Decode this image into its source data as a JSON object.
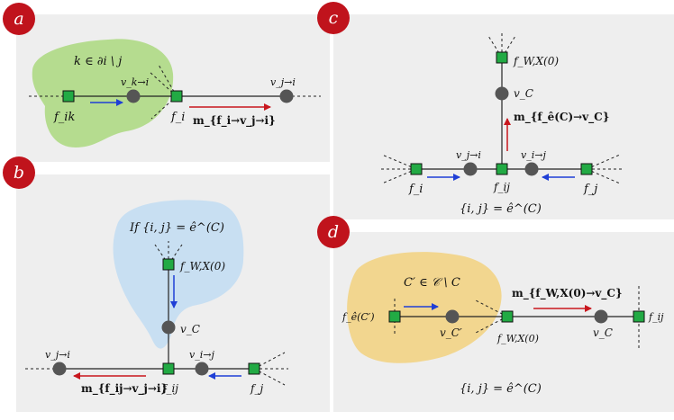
{
  "colors": {
    "panel_bg": "#eeeeee",
    "badge": "#c0131c",
    "factor": "#22aa44",
    "variable": "#555555",
    "blue_arrow": "#1f3fd6",
    "red_arrow": "#c8161d",
    "green_region": "#b5dc8f",
    "blue_region": "#c8dff2",
    "yellow_region": "#f2d68f"
  },
  "panels": {
    "a": {
      "badge": "a",
      "region_label": "k ∈ ∂i \\ j",
      "factor_left": "f_ik",
      "var_middle": "v_k→i",
      "factor_right": "f_i",
      "var_right": "v_j→i",
      "message": "m_{f_i→v_j→i}"
    },
    "b": {
      "badge": "b",
      "condition": "If {i, j} = ê^(C)",
      "factor_top": "f_W,X(0)",
      "var_center": "v_C",
      "var_left": "v_j→i",
      "factor_center": "f_ij",
      "var_right": "v_i→j",
      "factor_right": "f_j",
      "message": "m_{f_ij→v_j→i}"
    },
    "c": {
      "badge": "c",
      "factor_top": "f_W,X(0)",
      "var_center": "v_C",
      "message": "m_{f_ê(C)→v_C}",
      "var_left": "v_j→i",
      "var_right": "v_i→j",
      "factor_left": "f_i",
      "factor_center": "f_ij",
      "factor_right": "f_j",
      "caption": "{i, j} = ê^(C)"
    },
    "d": {
      "badge": "d",
      "region_label": "C′ ∈ 𝒞 \\ C",
      "factor_left": "f_ê(C′)",
      "var_left": "v_C′",
      "factor_middle": "f_W,X(0)",
      "message": "m_{f_W,X(0)→v_C}",
      "var_right": "v_C",
      "factor_right": "f_ij",
      "caption": "{i, j} = ê^(C)"
    }
  }
}
